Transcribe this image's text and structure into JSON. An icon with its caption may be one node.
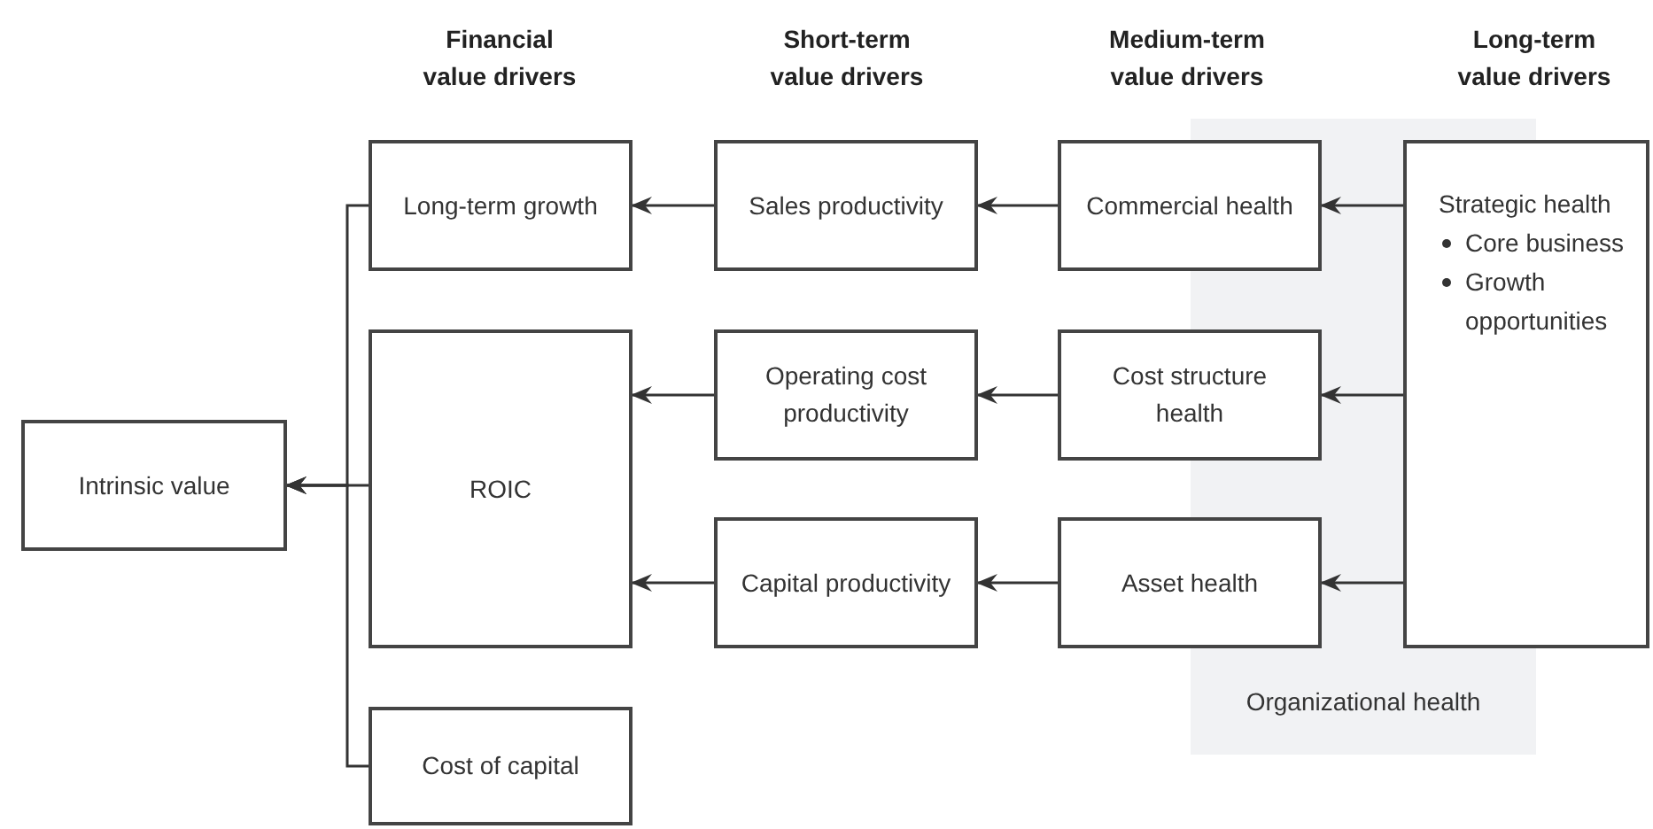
{
  "diagram": {
    "nodes": [
      {
        "text": [
          "Intrinsic value"
        ]
      },
      {
        "text": [
          "Long-term growth"
        ]
      },
      {
        "text": [
          "ROIC"
        ]
      },
      {
        "text": [
          "Cost of capital"
        ]
      },
      {
        "text": [
          "Sales productivity"
        ]
      },
      {
        "text": [
          "Operating cost productivity"
        ]
      },
      {
        "text": [
          "Capital productivity"
        ]
      },
      {
        "text": [
          "Commercial health"
        ]
      },
      {
        "text": [
          "Cost structure health"
        ]
      },
      {
        "text": [
          "Asset health"
        ]
      },
      {
        "text": [
          "Strategic health",
          "Core business",
          "Growth opportunities"
        ]
      }
    ],
    "edges": [
      {
        "from": 1,
        "to": 0,
        "arrow": "to"
      },
      {
        "from": 2,
        "to": 0,
        "arrow": "to"
      },
      {
        "from": 3,
        "to": 0,
        "arrow": "to"
      },
      {
        "from": 4,
        "to": 1,
        "arrow": "to"
      },
      {
        "from": 5,
        "to": 2,
        "arrow": "to"
      },
      {
        "from": 6,
        "to": 2,
        "arrow": "to"
      },
      {
        "from": 7,
        "to": 4,
        "arrow": "to"
      },
      {
        "from": 8,
        "to": 5,
        "arrow": "to"
      },
      {
        "from": 9,
        "to": 6,
        "arrow": "to"
      },
      {
        "from": 10,
        "to": 7,
        "arrow": "to"
      },
      {
        "from": 10,
        "to": 8,
        "arrow": "to"
      },
      {
        "from": 10,
        "to": 9,
        "arrow": "to"
      }
    ],
    "labels": [
      "Financial value drivers",
      "Short-term value drivers",
      "Medium-term value drivers",
      "Long-term value drivers",
      "Organizational health"
    ]
  }
}
